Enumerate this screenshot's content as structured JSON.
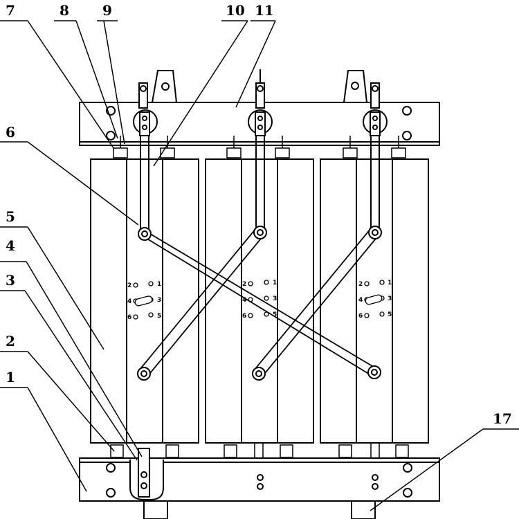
{
  "labels": {
    "l1": "1",
    "l2": "2",
    "l3": "3",
    "l4": "4",
    "l5": "5",
    "l6": "6",
    "l7": "7",
    "l8": "8",
    "l9": "9",
    "l10": "10",
    "l11": "11",
    "l17": "17"
  },
  "tap_numbers": {
    "t1": "1",
    "t2": "2",
    "t3": "3",
    "t4": "4",
    "t5": "5",
    "t6": "6"
  },
  "colors": {
    "line": "#000000",
    "fill": "#ffffff"
  }
}
